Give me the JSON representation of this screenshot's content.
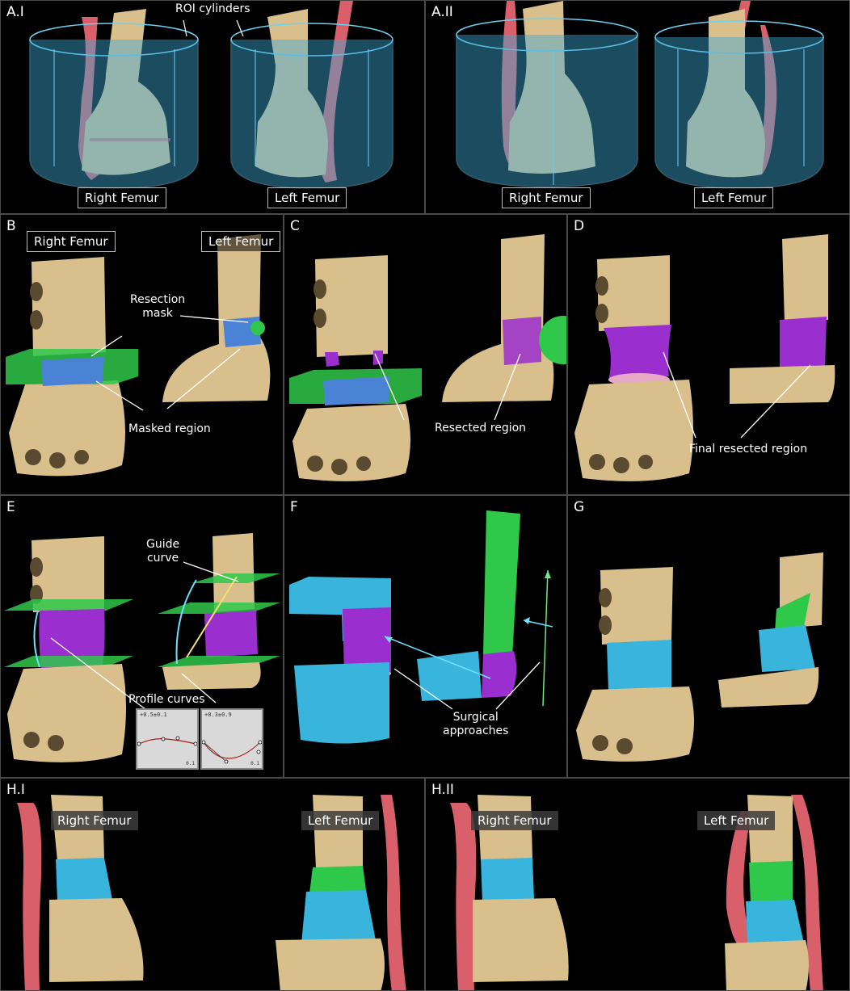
{
  "colors": {
    "bone": "#d9bf8c",
    "vessel": "#d9606a",
    "cylinder": "#3fa9d6",
    "mask_green": "#2fc84a",
    "mask_blue": "#4a82d6",
    "resect_purple": "#9a2ecf",
    "graft_blue": "#39b4dc"
  },
  "panels": {
    "a1": {
      "label": "A.I",
      "roi": "ROI cylinders",
      "right": "Right Femur",
      "left": "Left Femur"
    },
    "a2": {
      "label": "A.II",
      "right": "Right Femur",
      "left": "Left Femur"
    },
    "b": {
      "label": "B",
      "right": "Right Femur",
      "left": "Left Femur",
      "mask1": "Resection",
      "mask2": "mask",
      "masked": "Masked region"
    },
    "c": {
      "label": "C",
      "resected": "Resected region"
    },
    "d": {
      "label": "D",
      "final": "Final resected region"
    },
    "e": {
      "label": "E",
      "guide1": "Guide",
      "guide2": "curve",
      "profile": "Profile curves",
      "inset1": "+0.5±0.1",
      "inset2": "+0.3±0.9",
      "inset_corner": "0.1"
    },
    "f": {
      "label": "F",
      "surg1": "Surgical",
      "surg2": "approaches"
    },
    "g": {
      "label": "G"
    },
    "h1": {
      "label": "H.I",
      "right": "Right Femur",
      "left": "Left Femur"
    },
    "h2": {
      "label": "H.II",
      "right": "Right Femur",
      "left": "Left Femur"
    }
  }
}
